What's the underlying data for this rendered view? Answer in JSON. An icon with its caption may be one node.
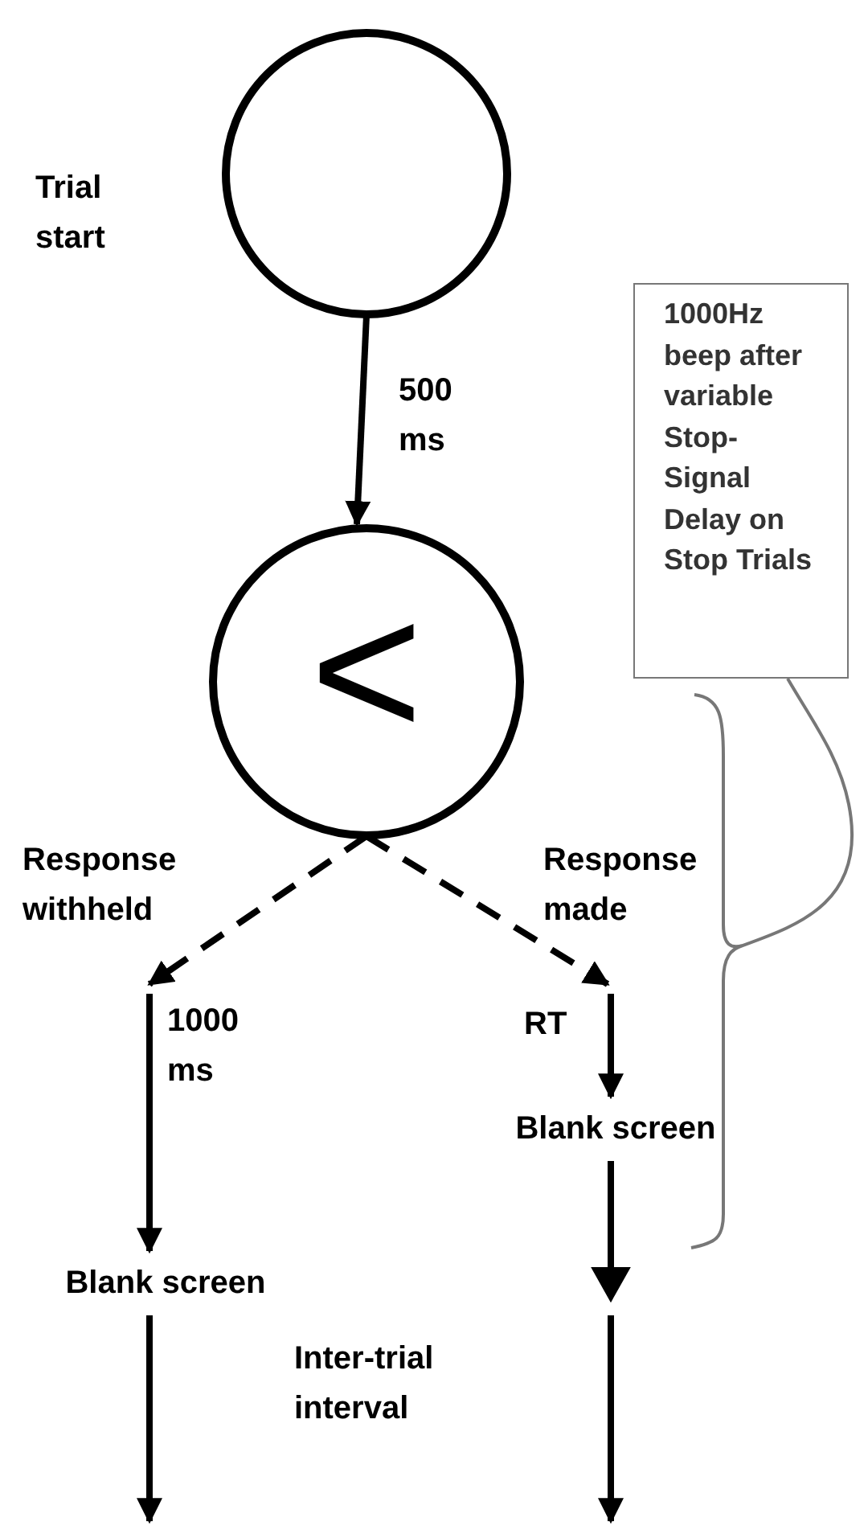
{
  "diagram": {
    "nodes": [
      {
        "text": [],
        "shape": "circle",
        "beside": [
          "Trial start"
        ]
      },
      {
        "text": [
          "<"
        ]
      },
      {
        "text": [
          "Blank screen"
        ]
      },
      {
        "text": [
          "Blank screen"
        ]
      },
      {
        "text": [
          "1000Hz beep after variable Stop-Signal Delay on Stop Trials"
        ]
      }
    ],
    "edges": [
      {
        "from": 0,
        "to": 1,
        "arrow": "to",
        "label": "500 ms"
      },
      {
        "from": 1,
        "to": null,
        "arrow": "to",
        "style": "dashed",
        "label": "Response withheld"
      },
      {
        "from": 1,
        "to": null,
        "arrow": "to",
        "style": "dashed",
        "label": "Response made"
      },
      {
        "from": null,
        "to": 2,
        "arrow": "to",
        "label": "1000 ms"
      },
      {
        "from": null,
        "to": 3,
        "arrow": "to",
        "label": "RT"
      },
      {
        "from": 2,
        "to": null,
        "arrow": "to"
      },
      {
        "from": 3,
        "to": null,
        "arrow": "to"
      }
    ],
    "labels": [
      "Inter-trial interval"
    ]
  }
}
